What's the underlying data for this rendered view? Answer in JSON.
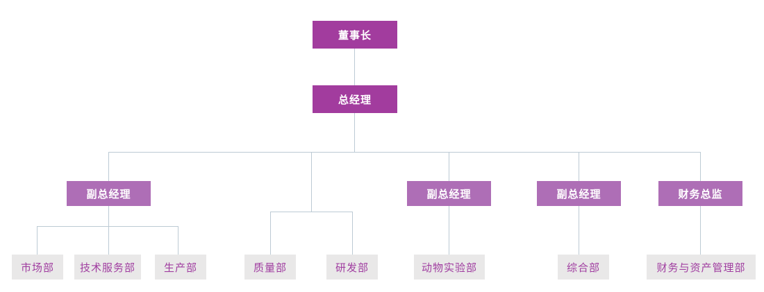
{
  "title": "company-org-chart",
  "colors": {
    "exec_bg": "#a23c9e",
    "vp_bg": "#ae6eb6",
    "dept_bg": "#e9e8e8",
    "dept_text": "#a03da0",
    "node_text": "#ffffff",
    "line": "#bccad4"
  },
  "nodes": {
    "chairman": "董事长",
    "general_manager": "总经理",
    "vp1": "副总经理",
    "vp2": "副总经理",
    "vp3": "副总经理",
    "cfo": "财务总监",
    "dept_market": "市场部",
    "dept_tech_service": "技术服务部",
    "dept_production": "生产部",
    "dept_quality": "质量部",
    "dept_rnd": "研发部",
    "dept_animal_lab": "动物实验部",
    "dept_general": "综合部",
    "dept_finance_assets": "财务与资产管理部"
  }
}
